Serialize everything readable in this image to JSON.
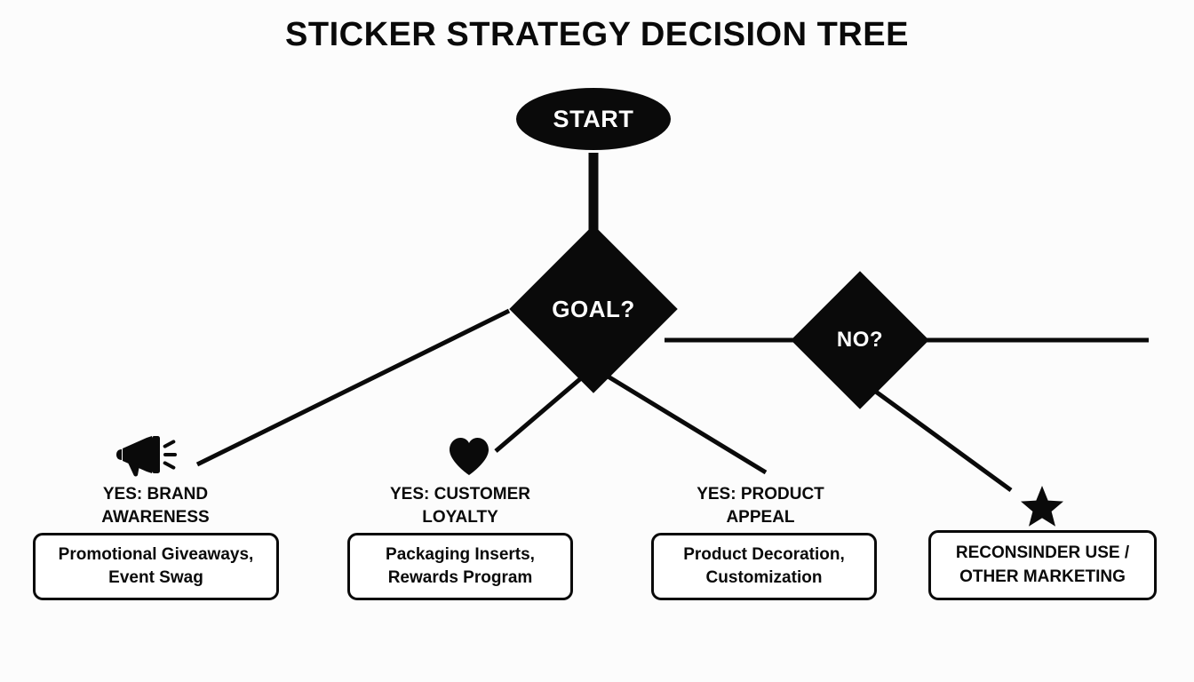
{
  "page": {
    "title": "STICKER STRATEGY DECISION TREE",
    "background_color": "#fcfcfc",
    "ink_color": "#0a0a0a",
    "node_fill": "#0a0a0a",
    "node_text_color": "#ffffff",
    "box_fill": "#ffffff"
  },
  "nodes": {
    "start": {
      "label": "START",
      "shape": "ellipse"
    },
    "goal": {
      "label": "GOAL?",
      "shape": "diamond"
    },
    "no": {
      "label": "NO?",
      "shape": "diamond"
    }
  },
  "branches": [
    {
      "icon": "megaphone-icon",
      "label": "YES: BRAND\nAWARENESS",
      "outcome": "Promotional Giveaways,\nEvent Swag"
    },
    {
      "icon": "heart-icon",
      "label": "YES: CUSTOMER\nLOYALTY",
      "outcome": "Packaging Inserts,\nRewards Program"
    },
    {
      "icon": "none",
      "label": "YES: PRODUCT\nAPPEAL",
      "outcome": "Product Decoration,\nCustomization"
    },
    {
      "icon": "star-icon",
      "label": "",
      "outcome": "RECONSINDER USE /\nOTHER MARKETING"
    }
  ]
}
